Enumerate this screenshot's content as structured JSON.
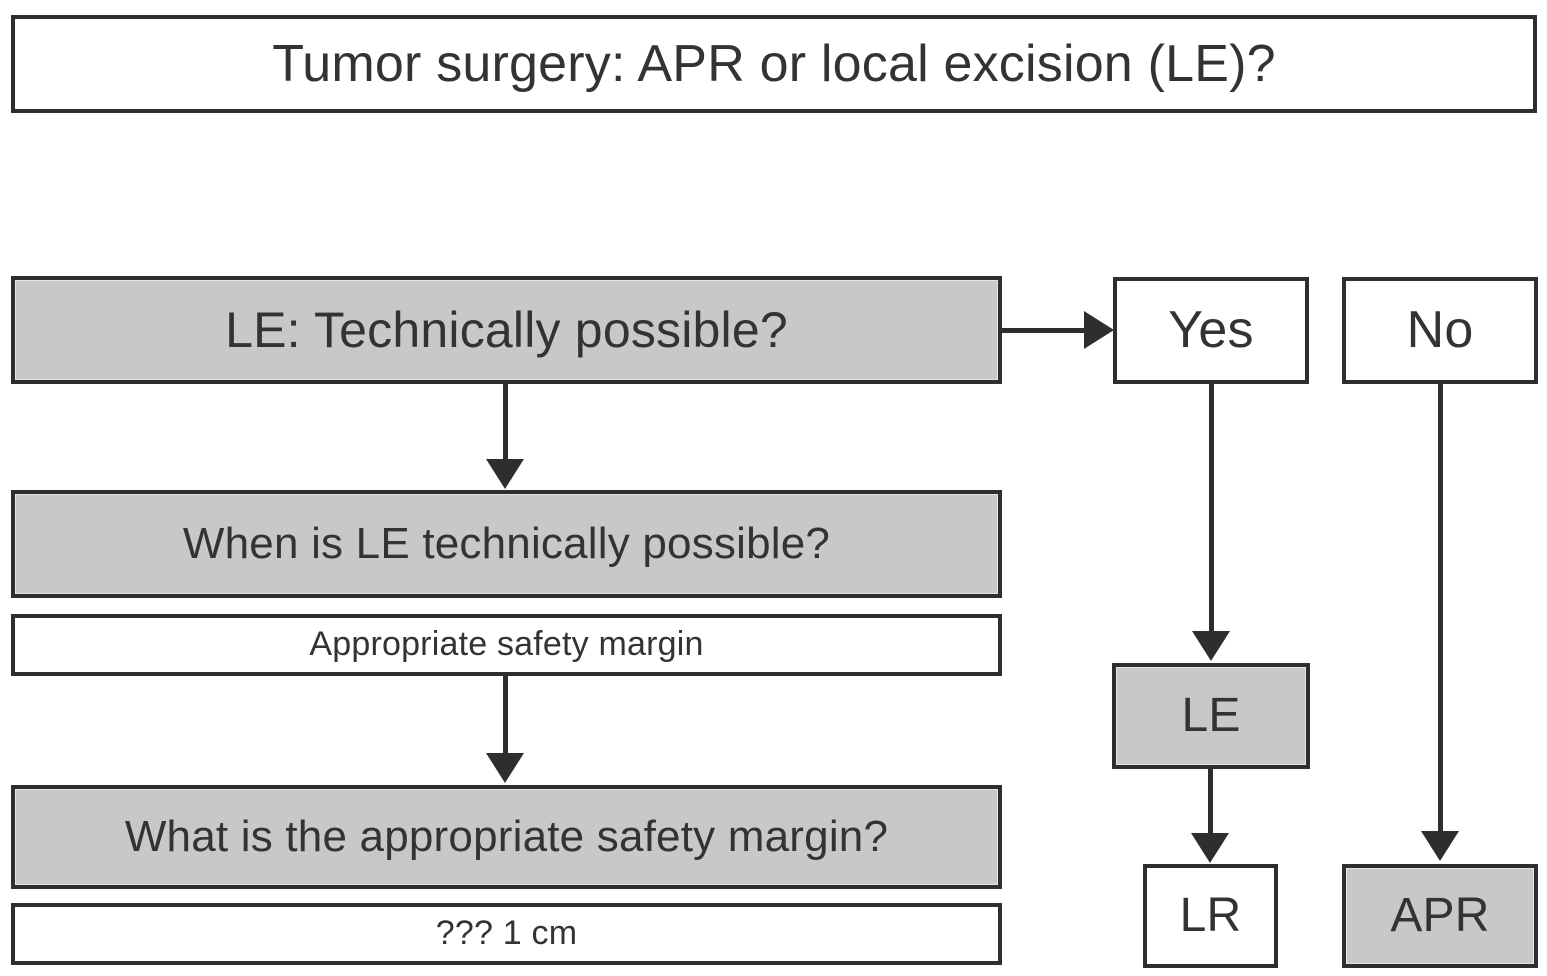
{
  "diagram": {
    "title_box": {
      "label": "Tumor surgery: APR or local excision (LE)?",
      "fill": "#ffffff"
    },
    "left_column": [
      {
        "id": "le-technically-possible",
        "label": "LE: Technically possible?",
        "fill": "#c8c8c8"
      },
      {
        "id": "when-is-le-possible",
        "label": "When is LE technically possible?",
        "fill": "#c8c8c8"
      },
      {
        "id": "appropriate-safety-margin",
        "label": "Appropriate safety margin",
        "fill": "#ffffff"
      },
      {
        "id": "what-is-margin",
        "label": "What is the appropriate safety margin?",
        "fill": "#c8c8c8"
      },
      {
        "id": "margin-value",
        "label": "??? 1 cm",
        "fill": "#ffffff"
      }
    ],
    "right_column": [
      {
        "id": "yes",
        "label": "Yes",
        "fill": "#ffffff"
      },
      {
        "id": "no",
        "label": "No",
        "fill": "#ffffff"
      },
      {
        "id": "le",
        "label": "LE",
        "fill": "#c8c8c8"
      },
      {
        "id": "lr",
        "label": "LR",
        "fill": "#ffffff"
      },
      {
        "id": "apr",
        "label": "APR",
        "fill": "#c8c8c8"
      }
    ],
    "connectors": [
      {
        "id": "le-possible-to-yes",
        "from": "le-technically-possible",
        "to": "yes",
        "direction": "right"
      },
      {
        "id": "le-possible-to-when",
        "from": "le-technically-possible",
        "to": "when-is-le-possible",
        "direction": "down"
      },
      {
        "id": "margin-to-what",
        "from": "appropriate-safety-margin",
        "to": "what-is-margin",
        "direction": "down"
      },
      {
        "id": "yes-to-le",
        "from": "yes",
        "to": "le",
        "direction": "down"
      },
      {
        "id": "le-to-lr",
        "from": "le",
        "to": "lr",
        "direction": "down"
      },
      {
        "id": "no-to-apr",
        "from": "no",
        "to": "apr",
        "direction": "down"
      }
    ],
    "colors": {
      "border": "#2e2e2e",
      "text": "#333333",
      "gray_fill": "#c8c8c8",
      "white_fill": "#ffffff",
      "background": "#ffffff"
    }
  }
}
